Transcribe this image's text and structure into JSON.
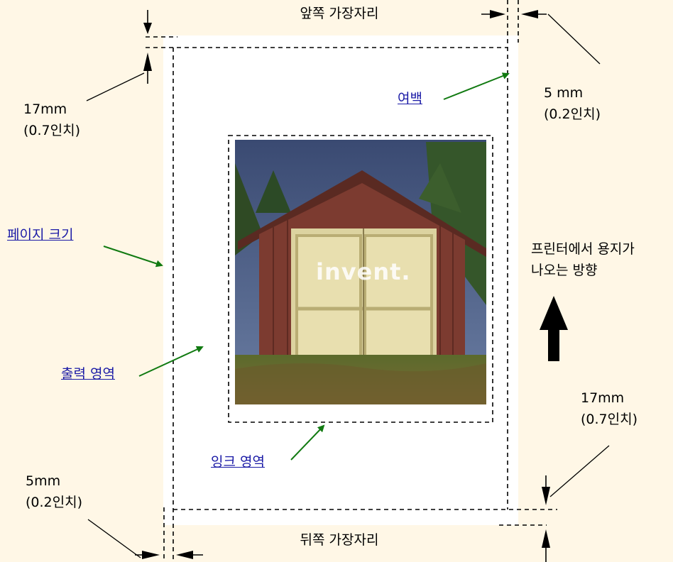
{
  "labels": {
    "front_edge": "앞쪽 가장자리",
    "back_edge": "뒤쪽 가장자리",
    "top_left_margin_mm": "17mm",
    "top_left_margin_in": "(0.7인치)",
    "top_right_margin_mm": "5 mm",
    "top_right_margin_in": "(0.2인치)",
    "bottom_right_margin_mm": "17mm",
    "bottom_right_margin_in": "(0.7인치)",
    "bottom_left_margin_mm": "5mm",
    "bottom_left_margin_in": "(0.2인치)",
    "paper_direction_line1": "프린터에서 용지가",
    "paper_direction_line2": "나오는 방향"
  },
  "links": {
    "margin": "여백",
    "page_size": "페이지 크기",
    "print_area": "출력 영역",
    "ink_area": "잉크 영역"
  },
  "image": {
    "overlay_text": "invent."
  },
  "colors": {
    "background": "#fff7e6",
    "page": "#ffffff",
    "pointer_arrow": "#117a11",
    "link": "#1a1aa6"
  }
}
